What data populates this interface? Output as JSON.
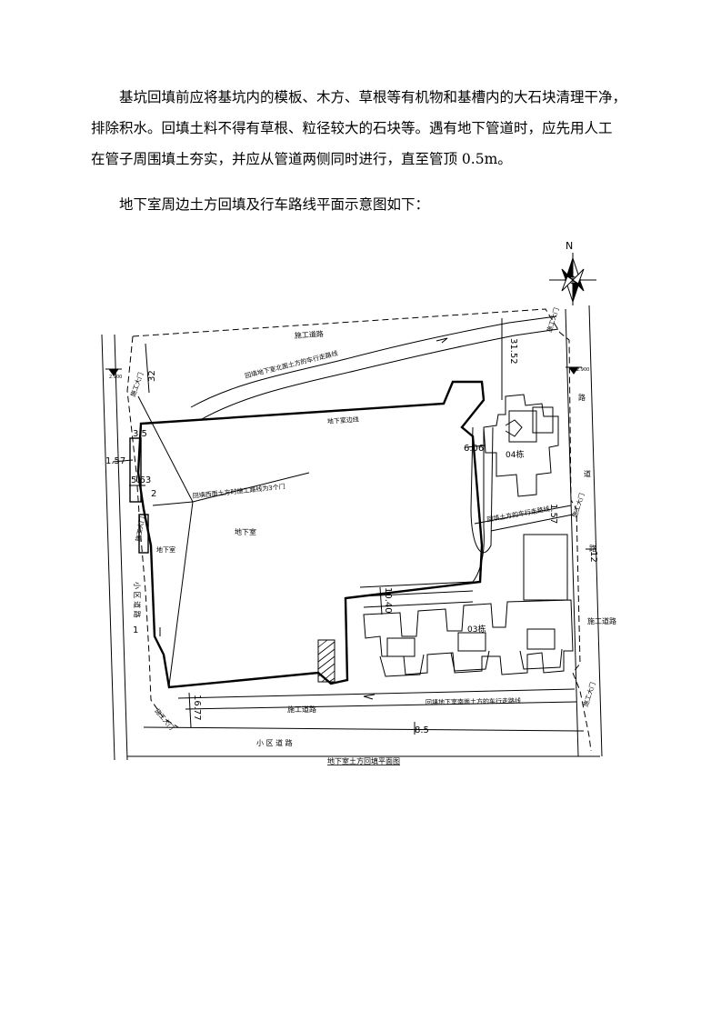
{
  "paragraphs": {
    "p1_line1": "基坑回填前应将基坑内的模板、木方、草根等有机物和基槽内的大石块清理干净，",
    "p1_line2": "排除积水。回填土料不得有草根、粒径较大的石块等。遇有地下管道时，应先用人工",
    "p1_line3": "在管子周围填土夯实，并应从管道两侧同时进行，直至管顶 0.5m。",
    "p2": "地下室周边土方回填及行车路线平面示意图如下："
  },
  "plan": {
    "north": "N",
    "caption": "地下室土方回填平面图",
    "labels": {
      "construction_road_top": "施工道路",
      "construction_road_right": "施工道路",
      "construction_road_bottom": "施工道路",
      "community_road": "小 区 道 路",
      "ramp_top": "回填地下室北面土方的车行走路线",
      "basement_edge": "地下室边线",
      "basement_center": "地下室",
      "basement_left": "地下室",
      "note_west": "回填西面土方时施工路线为3个门",
      "route_east": "回填土方的车行走路线",
      "route_south": "回填地下室南面土方的车行走路线",
      "gate_nw": "施工大门",
      "gate_w": "施工大门",
      "gate_ne": "施工大门",
      "gate_e": "施工大门",
      "gate_se": "施工大门",
      "gate_sw": "施工大门",
      "bldg_04": "04栋",
      "bldg_03": "03栋",
      "road_west": "小 区 道 路",
      "road_east_a": "路",
      "road_east_b": "道",
      "road_east_c": "路",
      "elev_left": "2.900",
      "elev_right": "2.900"
    },
    "dims": {
      "d32": "32",
      "d3152": "31.52",
      "d35": "3.5",
      "d157": "1.57",
      "d563": "5.63",
      "d2": "2",
      "d606": "6.06",
      "d157b": "1.57",
      "d12": "12",
      "d1040": "10.40",
      "d1": "1",
      "d1677": "16.77",
      "d85": "8.5"
    }
  }
}
